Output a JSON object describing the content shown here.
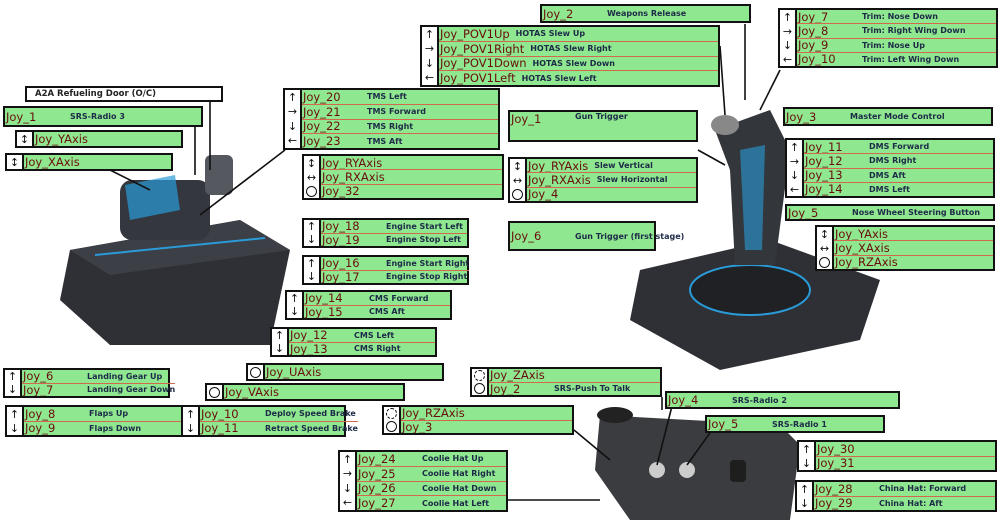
{
  "colors": {
    "box_fill": "#8fe88f",
    "name_text": "#6a0c0c",
    "desc_text": "#1d2a48",
    "row_divider": "#d06a4a",
    "device": "#2e3035",
    "accent": "#2a9bd8"
  },
  "boxes": [
    {
      "id": "a2a-refueling-door",
      "style": "white",
      "rows": [
        {
          "name": "",
          "desc": "A2A Refueling Door (O/C)"
        }
      ]
    },
    {
      "id": "srs-radio-3",
      "rows": [
        {
          "name": "Joy_1",
          "desc": "SRS-Radio 3"
        }
      ]
    },
    {
      "id": "throttle-yaxis",
      "rows": [
        {
          "icon": "updown",
          "name": "Joy_YAxis",
          "desc": ""
        }
      ]
    },
    {
      "id": "throttle-xaxis",
      "rows": [
        {
          "icon": "updown",
          "name": "Joy_XAxis",
          "desc": ""
        }
      ]
    },
    {
      "id": "tms",
      "rows": [
        {
          "icon": "up",
          "name": "Joy_20",
          "desc": "TMS Left"
        },
        {
          "icon": "right",
          "name": "Joy_21",
          "desc": "TMS Forward"
        },
        {
          "icon": "down",
          "name": "Joy_22",
          "desc": "TMS Right"
        },
        {
          "icon": "left",
          "name": "Joy_23",
          "desc": "TMS Aft"
        }
      ]
    },
    {
      "id": "throttle-ministick",
      "rows": [
        {
          "icon": "updown",
          "name": "Joy_RYAxis",
          "desc": ""
        },
        {
          "icon": "leftright",
          "name": "Joy_RXAxis",
          "desc": ""
        },
        {
          "icon": "circle",
          "name": "Joy_32",
          "desc": ""
        }
      ]
    },
    {
      "id": "engine-left",
      "rows": [
        {
          "icon": "up",
          "name": "Joy_18",
          "desc": "Engine Start Left"
        },
        {
          "icon": "down",
          "name": "Joy_19",
          "desc": "Engine Stop Left"
        }
      ]
    },
    {
      "id": "engine-right",
      "rows": [
        {
          "icon": "up",
          "name": "Joy_16",
          "desc": "Engine Start Right"
        },
        {
          "icon": "down",
          "name": "Joy_17",
          "desc": "Engine Stop Right"
        }
      ]
    },
    {
      "id": "cms-fwd-aft",
      "rows": [
        {
          "icon": "up",
          "name": "Joy_14",
          "desc": "CMS Forward"
        },
        {
          "icon": "down",
          "name": "Joy_15",
          "desc": "CMS Aft"
        }
      ]
    },
    {
      "id": "cms-left-right",
      "rows": [
        {
          "icon": "up",
          "name": "Joy_12",
          "desc": "CMS Left"
        },
        {
          "icon": "down",
          "name": "Joy_13",
          "desc": "CMS Right"
        }
      ]
    },
    {
      "id": "uaxis",
      "rows": [
        {
          "icon": "circle",
          "name": "Joy_UAxis",
          "desc": ""
        }
      ]
    },
    {
      "id": "landing-gear",
      "rows": [
        {
          "icon": "up",
          "name": "Joy_6",
          "desc": "Landing Gear Up"
        },
        {
          "icon": "down",
          "name": "Joy_7",
          "desc": "Landing Gear Down"
        }
      ]
    },
    {
      "id": "vaxis",
      "rows": [
        {
          "icon": "circle",
          "name": "Joy_VAxis",
          "desc": ""
        }
      ]
    },
    {
      "id": "flaps",
      "rows": [
        {
          "icon": "up",
          "name": "Joy_8",
          "desc": "Flaps Up"
        },
        {
          "icon": "down",
          "name": "Joy_9",
          "desc": "Flaps Down"
        }
      ]
    },
    {
      "id": "speed-brake",
      "rows": [
        {
          "icon": "up",
          "name": "Joy_10",
          "desc": "Deploy Speed Brake"
        },
        {
          "icon": "down",
          "name": "Joy_11",
          "desc": "Retract Speed Brake"
        }
      ]
    },
    {
      "id": "weapons-release",
      "rows": [
        {
          "name": "Joy_2",
          "desc": "Weapons Release"
        }
      ]
    },
    {
      "id": "hotas-slew",
      "rows": [
        {
          "icon": "up",
          "name": "Joy_POV1Up",
          "desc": "HOTAS Slew Up"
        },
        {
          "icon": "right",
          "name": "Joy_POV1Right",
          "desc": "HOTAS Slew Right"
        },
        {
          "icon": "down",
          "name": "Joy_POV1Down",
          "desc": "HOTAS Slew Down"
        },
        {
          "icon": "left",
          "name": "Joy_POV1Left",
          "desc": "HOTAS Slew Left"
        }
      ]
    },
    {
      "id": "trim",
      "rows": [
        {
          "icon": "up",
          "name": "Joy_7",
          "desc": "Trim: Nose Down"
        },
        {
          "icon": "right",
          "name": "Joy_8",
          "desc": "Trim: Right Wing Down"
        },
        {
          "icon": "down",
          "name": "Joy_9",
          "desc": "Trim: Nose Up"
        },
        {
          "icon": "left",
          "name": "Joy_10",
          "desc": "Trim: Left Wing Down"
        }
      ]
    },
    {
      "id": "master-mode",
      "rows": [
        {
          "name": "Joy_3",
          "desc": "Master Mode Control"
        }
      ]
    },
    {
      "id": "gun-trigger",
      "style": "plain",
      "rows": [
        {
          "name": "Joy_1",
          "desc": "Gun Trigger"
        }
      ]
    },
    {
      "id": "slew-axes",
      "rows": [
        {
          "icon": "updown",
          "name": "Joy_RYAxis",
          "desc": "Slew Vertical"
        },
        {
          "icon": "leftright",
          "name": "Joy_RXAxis",
          "desc": "Slew Horizontal"
        },
        {
          "icon": "circle",
          "name": "Joy_4",
          "desc": ""
        }
      ]
    },
    {
      "id": "gun-trigger-first",
      "rows": [
        {
          "name": "Joy_6",
          "desc": "Gun Trigger (first stage)"
        }
      ]
    },
    {
      "id": "dms",
      "rows": [
        {
          "icon": "up",
          "name": "Joy_11",
          "desc": "DMS Forward"
        },
        {
          "icon": "right",
          "name": "Joy_12",
          "desc": "DMS Right"
        },
        {
          "icon": "down",
          "name": "Joy_13",
          "desc": "DMS Aft"
        },
        {
          "icon": "left",
          "name": "Joy_14",
          "desc": "DMS Left"
        }
      ]
    },
    {
      "id": "nose-wheel",
      "rows": [
        {
          "name": "Joy_5",
          "desc": "Nose Wheel Steering Button"
        }
      ]
    },
    {
      "id": "stick-axes",
      "rows": [
        {
          "icon": "updown",
          "name": "Joy_YAxis",
          "desc": ""
        },
        {
          "icon": "leftright",
          "name": "Joy_XAxis",
          "desc": ""
        },
        {
          "icon": "circle",
          "name": "Joy_RZAxis",
          "desc": ""
        }
      ]
    },
    {
      "id": "zaxis-ptt",
      "rows": [
        {
          "icon": "rotate",
          "name": "Joy_ZAxis",
          "desc": ""
        },
        {
          "icon": "circle",
          "name": "Joy_2",
          "desc": "SRS-Push To Talk"
        }
      ]
    },
    {
      "id": "srs-radio-2",
      "rows": [
        {
          "name": "Joy_4",
          "desc": "SRS-Radio 2"
        }
      ]
    },
    {
      "id": "rzaxis-joy3",
      "rows": [
        {
          "icon": "rotate",
          "name": "Joy_RZAxis",
          "desc": ""
        },
        {
          "icon": "circle",
          "name": "Joy_3",
          "desc": ""
        }
      ]
    },
    {
      "id": "srs-radio-1",
      "rows": [
        {
          "name": "Joy_5",
          "desc": "SRS-Radio 1"
        }
      ]
    },
    {
      "id": "coolie-hat",
      "rows": [
        {
          "icon": "up",
          "name": "Joy_24",
          "desc": "Coolie Hat Up"
        },
        {
          "icon": "right",
          "name": "Joy_25",
          "desc": "Coolie Hat Right"
        },
        {
          "icon": "down",
          "name": "Joy_26",
          "desc": "Coolie Hat Down"
        },
        {
          "icon": "left",
          "name": "Joy_27",
          "desc": "Coolie Hat Left"
        }
      ]
    },
    {
      "id": "joy30-31",
      "rows": [
        {
          "icon": "up",
          "name": "Joy_30",
          "desc": ""
        },
        {
          "icon": "down",
          "name": "Joy_31",
          "desc": ""
        }
      ]
    },
    {
      "id": "china-hat",
      "rows": [
        {
          "icon": "up",
          "name": "Joy_28",
          "desc": "China Hat: Forward"
        },
        {
          "icon": "down",
          "name": "Joy_29",
          "desc": "China Hat: Aft"
        }
      ]
    }
  ]
}
